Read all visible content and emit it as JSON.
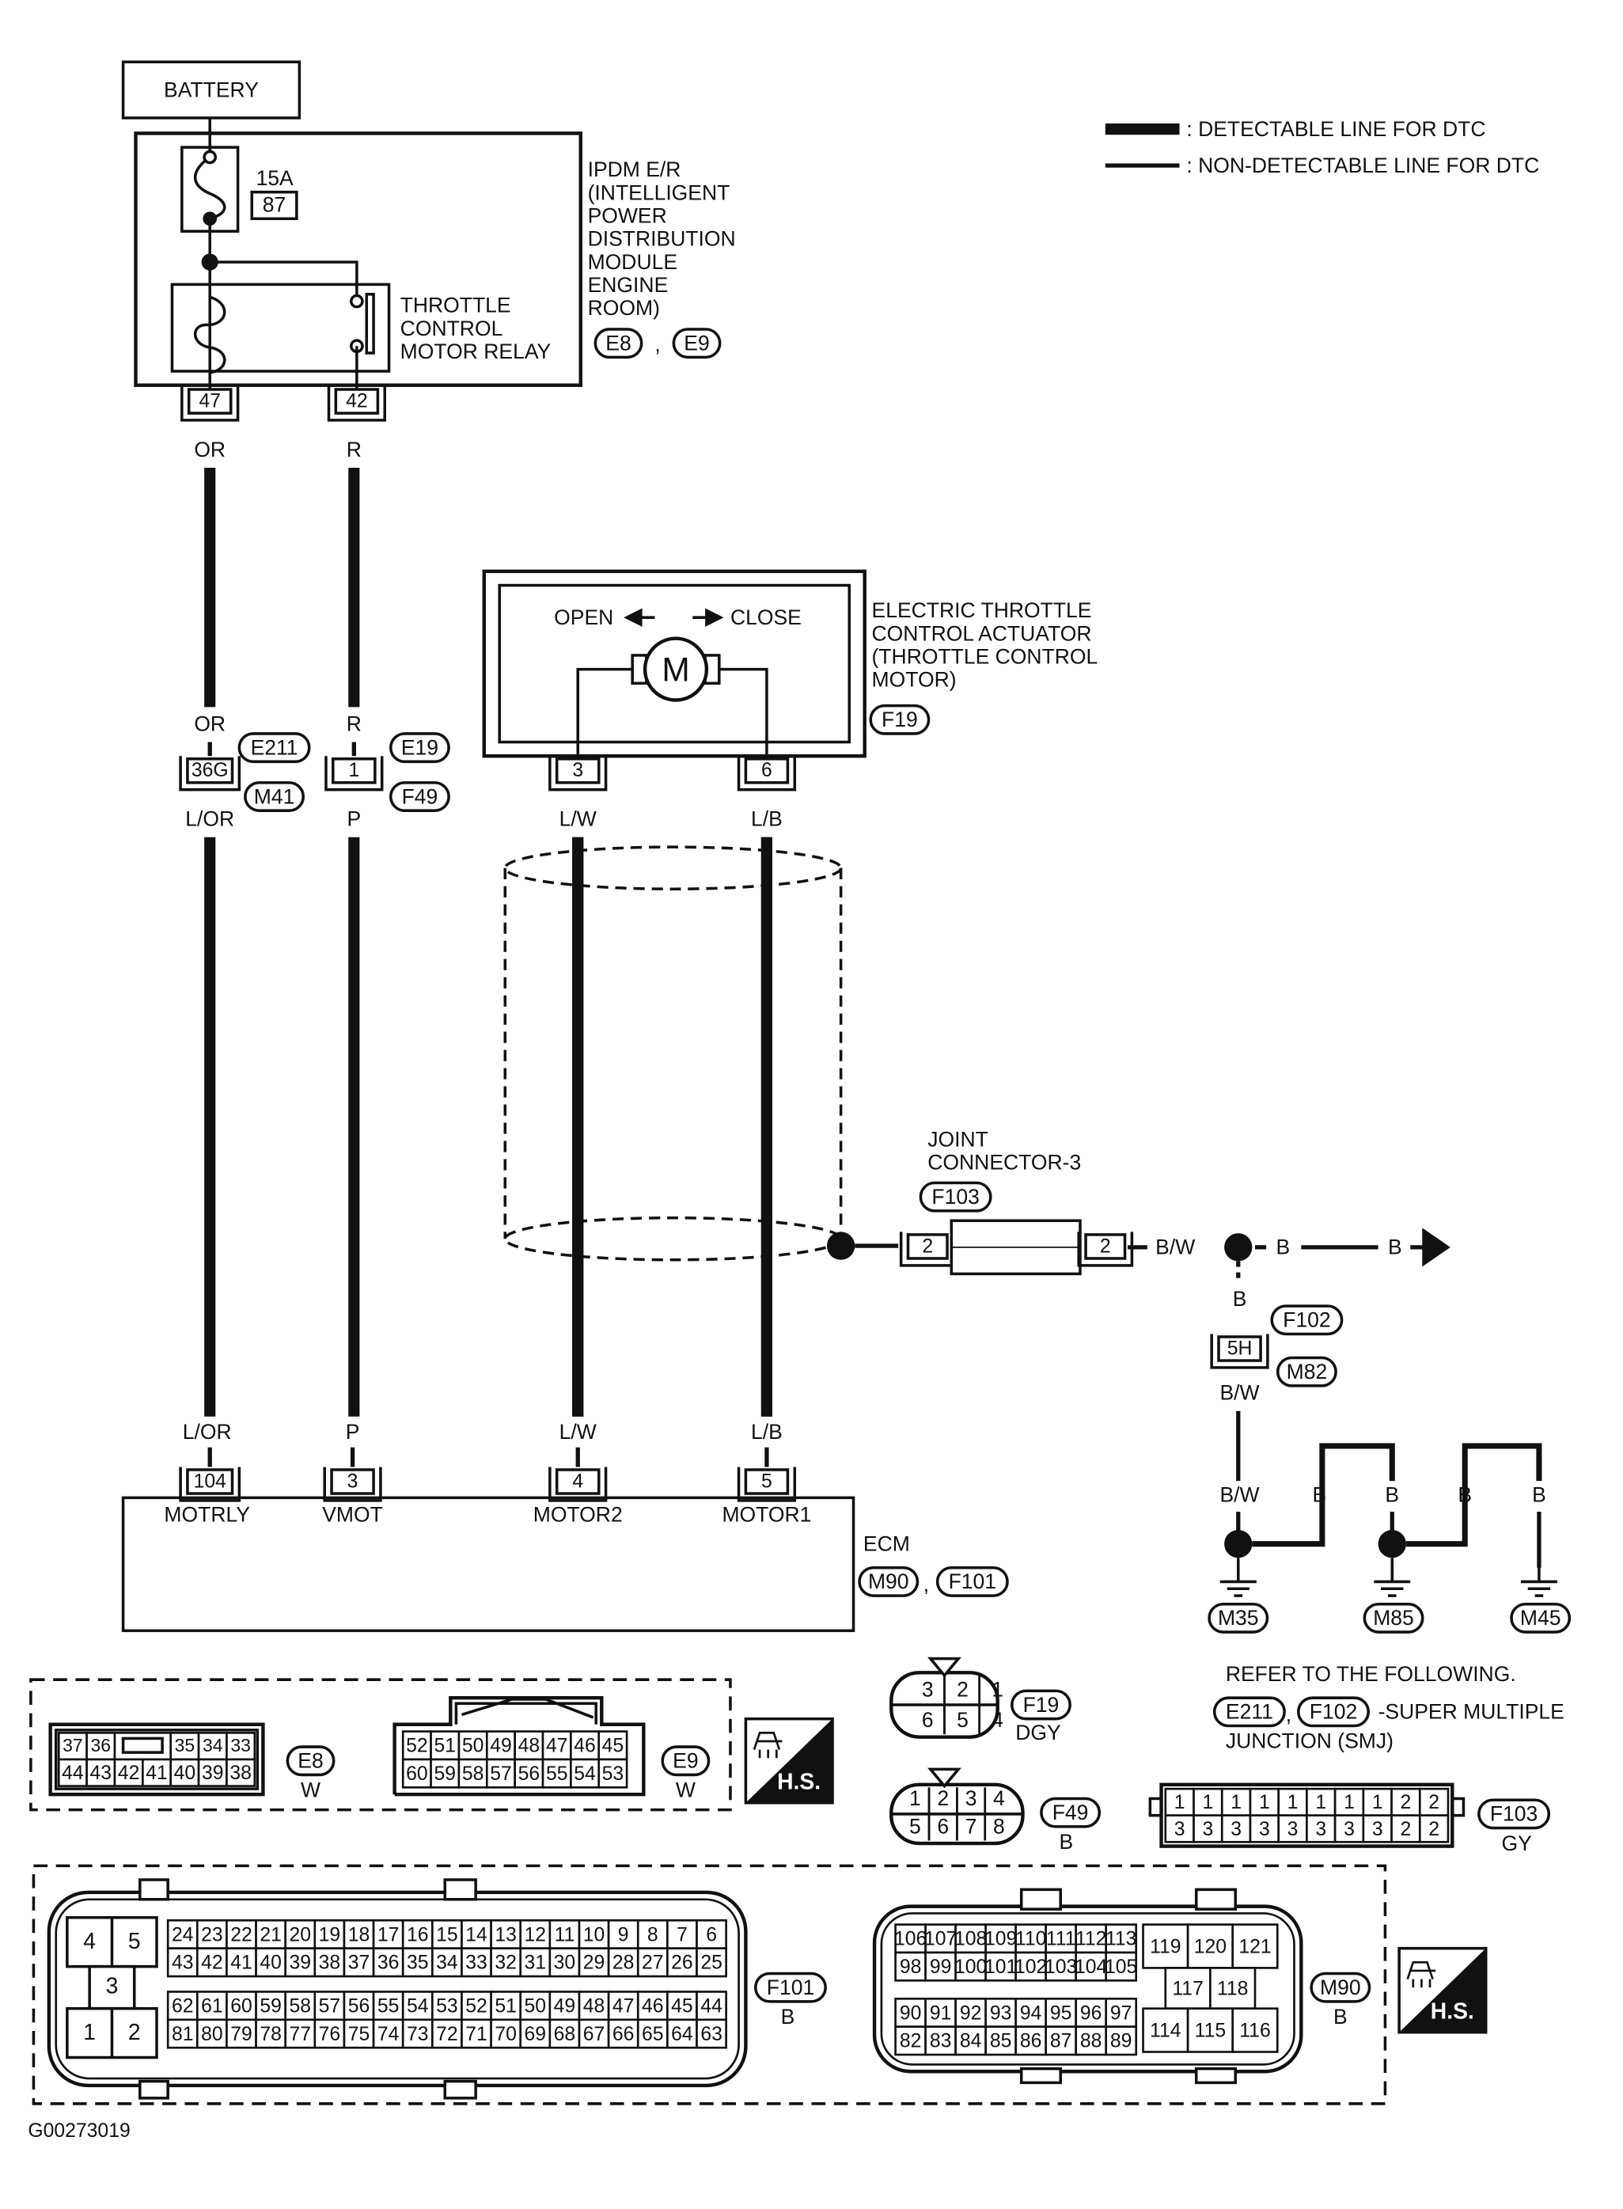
{
  "colors": {
    "ink": "#111111",
    "paper": "#ffffff"
  },
  "legend": {
    "detectable": ": DETECTABLE LINE FOR DTC",
    "non_detectable": ": NON-DETECTABLE LINE FOR DTC"
  },
  "battery": "BATTERY",
  "ipdm": {
    "fuse_amp": "15A",
    "fuse_no": "87",
    "label_lines": [
      "IPDM E/R",
      "(INTELLIGENT",
      " POWER",
      " DISTRIBUTION",
      " MODULE",
      " ENGINE",
      " ROOM)"
    ],
    "connectors": [
      "E8",
      "E9"
    ],
    "relay_lines": [
      "THROTTLE",
      "CONTROL",
      "MOTOR RELAY"
    ],
    "terminals": [
      "47",
      "42"
    ]
  },
  "wires": {
    "left": {
      "top_color": "OR",
      "top_color2": "OR",
      "junction_terminal": "36G",
      "junction_connectors": [
        "E211",
        "M41"
      ],
      "bottom_color": "L/OR",
      "bottom_color2": "L/OR"
    },
    "right": {
      "top_color": "R",
      "top_color2": "R",
      "junction_terminal": "1",
      "junction_connectors": [
        "E19",
        "F49"
      ],
      "bottom_color": "P",
      "bottom_color2": "P"
    },
    "motor2": {
      "color": "L/W",
      "color2": "L/W"
    },
    "motor1": {
      "color": "L/B",
      "color2": "L/B"
    }
  },
  "actuator": {
    "open": "OPEN",
    "close": "CLOSE",
    "motor_symbol": "M",
    "label_lines": [
      "ELECTRIC THROTTLE",
      "CONTROL ACTUATOR",
      "(THROTTLE CONTROL",
      " MOTOR)"
    ],
    "connector": "F19",
    "terminals": [
      "3",
      "6"
    ]
  },
  "ecm": {
    "label": "ECM",
    "connectors": [
      "M90",
      "F101"
    ],
    "terminals": [
      "104",
      "3",
      "4",
      "5"
    ],
    "pins": [
      "MOTRLY",
      "VMOT",
      "MOTOR2",
      "MOTOR1"
    ]
  },
  "joint": {
    "label_lines": [
      "JOINT",
      "CONNECTOR-3"
    ],
    "connector": "F103",
    "terminal_in": "2",
    "terminal_out": "2",
    "out_color": "B/W",
    "after_dot_color": "B",
    "arrow_color": "B"
  },
  "ground_branch": {
    "down_color": "B",
    "terminal": "5H",
    "connectors": [
      "F102",
      "M82"
    ],
    "below_color": "B/W",
    "dot_color": "B/W",
    "ground_colors": [
      "B",
      "B",
      "B",
      "B"
    ],
    "grounds": [
      "M35",
      "M85",
      "M45"
    ]
  },
  "reference": {
    "line1": "REFER TO THE FOLLOWING.",
    "connectors": [
      "E211",
      "F102"
    ],
    "suffix": "-SUPER MULTIPLE",
    "line3": "JUNCTION (SMJ)"
  },
  "connector_views": {
    "hs_label": "H.S.",
    "E8": {
      "id": "E8",
      "color": "W",
      "rows": [
        [
          "37",
          "36",
          "",
          "35",
          "34",
          "33"
        ],
        [
          "44",
          "43",
          "42",
          "41",
          "40",
          "39",
          "38"
        ]
      ]
    },
    "E9": {
      "id": "E9",
      "color": "W",
      "rows": [
        [
          "52",
          "51",
          "50",
          "49",
          "48",
          "47",
          "46",
          "45"
        ],
        [
          "60",
          "59",
          "58",
          "57",
          "56",
          "55",
          "54",
          "53"
        ]
      ]
    },
    "F19": {
      "id": "F19",
      "color": "DGY",
      "rows": [
        [
          "3",
          "2",
          "1"
        ],
        [
          "6",
          "5",
          "4"
        ]
      ]
    },
    "F49": {
      "id": "F49",
      "color": "B",
      "rows": [
        [
          "1",
          "2",
          "3",
          "4"
        ],
        [
          "5",
          "6",
          "7",
          "8"
        ]
      ]
    },
    "F103": {
      "id": "F103",
      "color": "GY",
      "rows": [
        [
          "1",
          "1",
          "1",
          "1",
          "1",
          "1",
          "1",
          "1",
          "2",
          "2"
        ],
        [
          "3",
          "3",
          "3",
          "3",
          "3",
          "3",
          "3",
          "3",
          "2",
          "2"
        ]
      ]
    },
    "F101": {
      "id": "F101",
      "color": "B",
      "power": [
        [
          "4",
          "5"
        ],
        [
          "3"
        ],
        [
          "1",
          "2"
        ]
      ],
      "rows": [
        [
          "24",
          "23",
          "22",
          "21",
          "20",
          "19",
          "18",
          "17",
          "16",
          "15",
          "14",
          "13",
          "12",
          "11",
          "10",
          "9",
          "8",
          "7",
          "6"
        ],
        [
          "43",
          "42",
          "41",
          "40",
          "39",
          "38",
          "37",
          "36",
          "35",
          "34",
          "33",
          "32",
          "31",
          "30",
          "29",
          "28",
          "27",
          "26",
          "25"
        ],
        [
          "62",
          "61",
          "60",
          "59",
          "58",
          "57",
          "56",
          "55",
          "54",
          "53",
          "52",
          "51",
          "50",
          "49",
          "48",
          "47",
          "46",
          "45",
          "44"
        ],
        [
          "81",
          "80",
          "79",
          "78",
          "77",
          "76",
          "75",
          "74",
          "73",
          "72",
          "71",
          "70",
          "69",
          "68",
          "67",
          "66",
          "65",
          "64",
          "63"
        ]
      ]
    },
    "M90": {
      "id": "M90",
      "color": "B",
      "rows": [
        [
          "106",
          "107",
          "108",
          "109",
          "110",
          "111",
          "112",
          "113"
        ],
        [
          "98",
          "99",
          "100",
          "101",
          "102",
          "103",
          "104",
          "105"
        ],
        [
          "90",
          "91",
          "92",
          "93",
          "94",
          "95",
          "96",
          "97"
        ],
        [
          "82",
          "83",
          "84",
          "85",
          "86",
          "87",
          "88",
          "89"
        ]
      ],
      "power": [
        [
          "119",
          "120",
          "121"
        ],
        [
          "117",
          "118"
        ],
        [
          "114",
          "115",
          "116"
        ]
      ]
    }
  },
  "figure_code": "G00273019"
}
